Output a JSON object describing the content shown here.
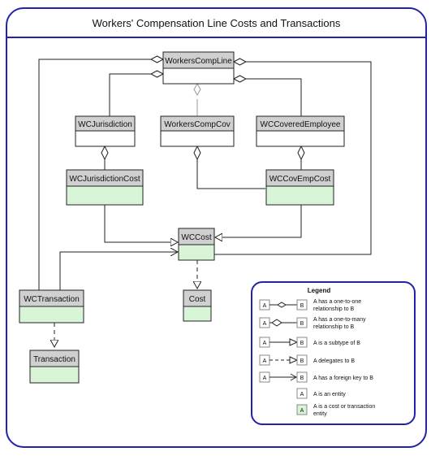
{
  "title": "Workers' Compensation Line Costs and Transactions",
  "entities": {
    "line": {
      "name": "WorkersCompLine",
      "type": "entity"
    },
    "juris": {
      "name": "WCJurisdiction",
      "type": "entity"
    },
    "cov": {
      "name": "WorkersCompCov",
      "type": "entity"
    },
    "covemp": {
      "name": "WCCoveredEmployee",
      "type": "entity"
    },
    "jcost": {
      "name": "WCJurisdictionCost",
      "type": "cost"
    },
    "cecost": {
      "name": "WCCovEmpCost",
      "type": "cost"
    },
    "wccost": {
      "name": "WCCost",
      "type": "cost"
    },
    "trans": {
      "name": "WCTransaction",
      "type": "cost"
    },
    "cost": {
      "name": "Cost",
      "type": "cost"
    },
    "transaction": {
      "name": "Transaction",
      "type": "cost"
    }
  },
  "legend": {
    "title": "Legend",
    "sample": "A",
    "sample_b": "B",
    "items": [
      "A has a one-to-one relationship to B",
      "A has a one-to-many relationship to B",
      "A is a subtype of  B",
      "A delegates to B",
      "A has a foreign key to B",
      "A is an entity",
      "A is a cost or transaction entity"
    ]
  },
  "colors": {
    "border": "#2222aa",
    "header": "#d0d0d0",
    "cost_body": "#d8f5d8",
    "entity_body": "#ffffff"
  }
}
